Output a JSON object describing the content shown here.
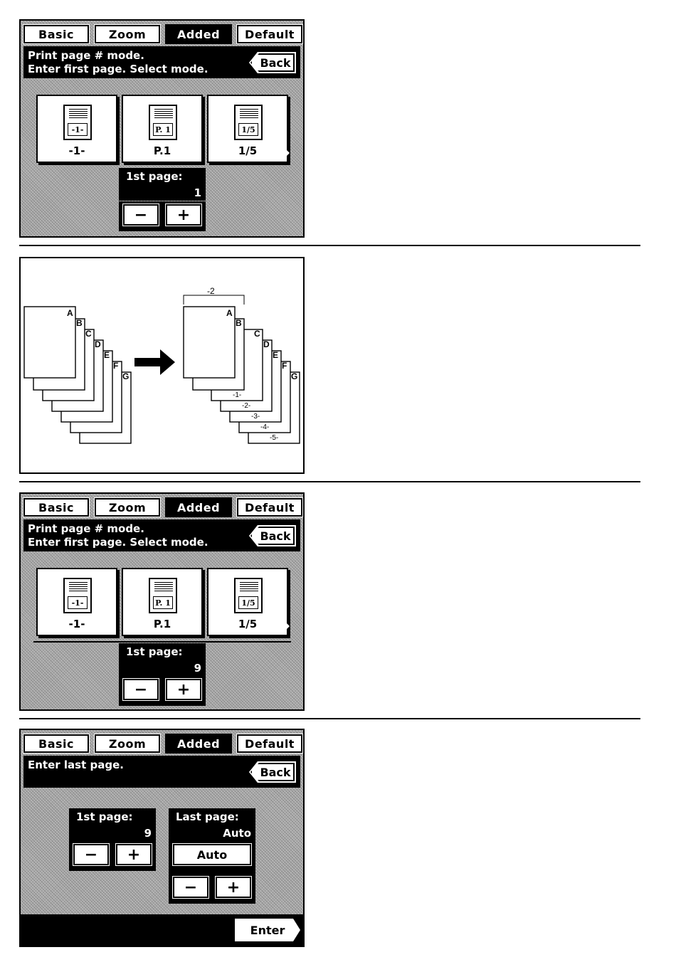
{
  "tabs": [
    "Basic",
    "Zoom",
    "Added",
    "Default"
  ],
  "active_tab": "Added",
  "screen1": {
    "message": "Print page # mode.\nEnter first page. Select mode.",
    "back_label": "Back",
    "modes": [
      {
        "icon": "-1-",
        "label": "-1-"
      },
      {
        "icon": "P. 1",
        "label": "P.1"
      },
      {
        "icon": "1/5",
        "label": "1/5"
      }
    ],
    "first_page_caption": "1st page:",
    "first_page_value": "1",
    "minus": "−",
    "plus": "+"
  },
  "diagram": {
    "original_labels": [
      "A",
      "B",
      "C",
      "D",
      "E",
      "F",
      "G"
    ],
    "copy_labels": [
      "A",
      "B",
      "C",
      "D",
      "E",
      "F",
      "G"
    ],
    "bracket_label": "-2",
    "page_numbers": [
      "-1-",
      "-2-",
      "-3-",
      "-4-",
      "-5-"
    ]
  },
  "screen2": {
    "message": "Print page # mode.\nEnter first page. Select mode.",
    "back_label": "Back",
    "modes": [
      {
        "icon": "-1-",
        "label": "-1-"
      },
      {
        "icon": "P. 1",
        "label": "P.1"
      },
      {
        "icon": "1/5",
        "label": "1/5"
      }
    ],
    "first_page_caption": "1st page:",
    "first_page_value": "9",
    "minus": "−",
    "plus": "+"
  },
  "screen3": {
    "message": "Enter last page.",
    "back_label": "Back",
    "first_page_caption": "1st page:",
    "first_page_value": "9",
    "last_page_caption": "Last page:",
    "last_page_value": "Auto",
    "auto_label": "Auto",
    "minus": "−",
    "plus": "+",
    "enter_label": "Enter"
  }
}
